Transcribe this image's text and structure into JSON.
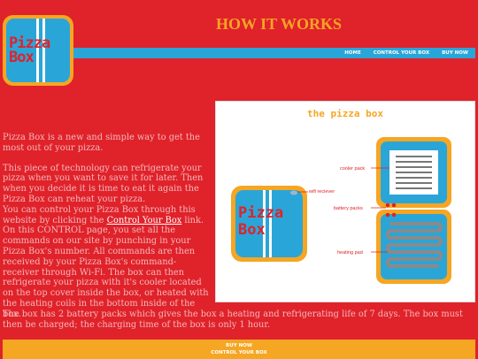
{
  "header": {
    "title": "HOW IT WORKS",
    "logo_text": [
      "Pizza",
      "Box"
    ]
  },
  "nav": {
    "items": [
      {
        "label": "HOME"
      },
      {
        "label": "CONTROL YOUR BOX"
      },
      {
        "label": "BUY NOW"
      }
    ]
  },
  "intro": {
    "p1": "Pizza Box is a new and simple way to get the most out of your pizza.",
    "p2": "This piece of technology can refrigerate your pizza when you want to save it for later. Then when you decide it is time to eat it again the Pizza Box can reheat your pizza.",
    "p3_before": "You can control your Pizza Box through this website by clicking the ",
    "p3_link": "Control Your Box",
    "p3_after": " link. On this CONTROL page, you set all the commands on our site by punching in your Pizza Box's number. All commands are then received by your Pizza Box's command-receiver through Wi-Fi. The box can then refrigerate your pizza with it's cooler located on the top cover inside the box, or heated with the heating coils in the bottom inside of the box."
  },
  "diagram": {
    "title": "the pizza box",
    "labels": {
      "cooler": "cooler pack",
      "wifi": "wifi reciever",
      "battery": "battery packs",
      "heating": "heating pad"
    },
    "logo_text": [
      "Pizza",
      "Box"
    ]
  },
  "battery_note": "The box has 2 battery packs which gives the box a heating and refrigerating life of 7 days. The box must then be charged; the charging time of the box is only 1 hour.",
  "footer": {
    "links": [
      {
        "label": "BUY NOW"
      },
      {
        "label": "CONTROL YOUR BOX"
      }
    ]
  },
  "colors": {
    "background": "#e0222a",
    "accent_orange": "#f5a623",
    "accent_blue": "#2aa5d8",
    "body_text": "#f4b8bc"
  }
}
